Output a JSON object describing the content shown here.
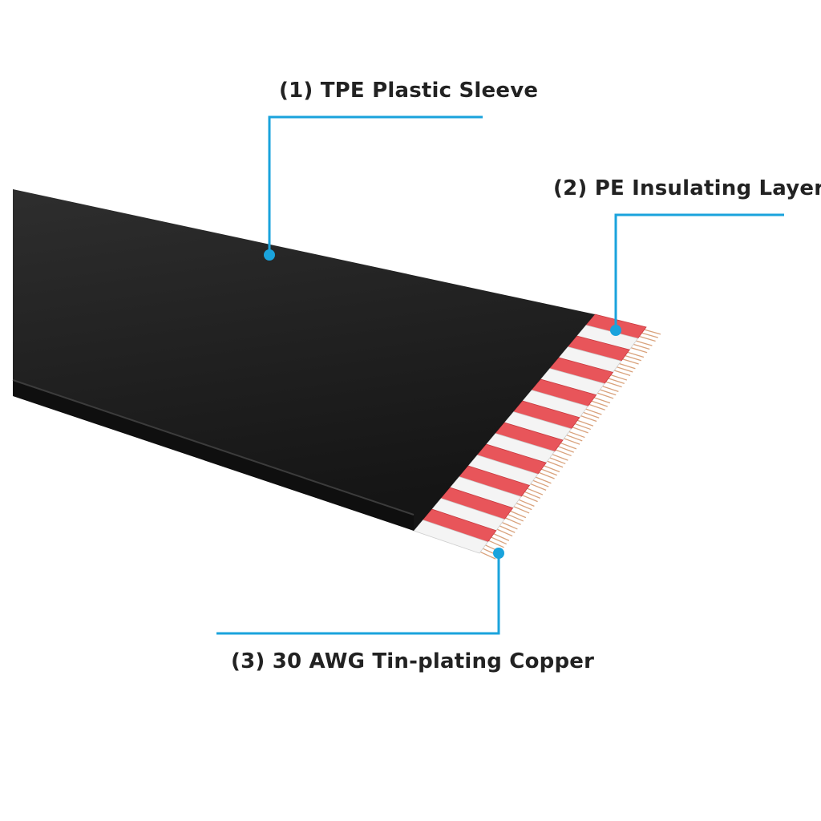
{
  "diagram": {
    "callouts": [
      {
        "label": "(1) TPE Plastic Sleeve"
      },
      {
        "label": "(2) PE Insulating Layer"
      },
      {
        "label": "(3) 30 AWG Tin-plating Copper"
      }
    ]
  },
  "colors": {
    "callout_line": "#1aa3dc",
    "sleeve": "#232323",
    "sleeve_edge": "#0f0f0f",
    "insulation_red": "#e8555a",
    "insulation_white": "#f4f4f4",
    "copper": "#d9a27c"
  },
  "cable": {
    "conductor_count": 20
  }
}
